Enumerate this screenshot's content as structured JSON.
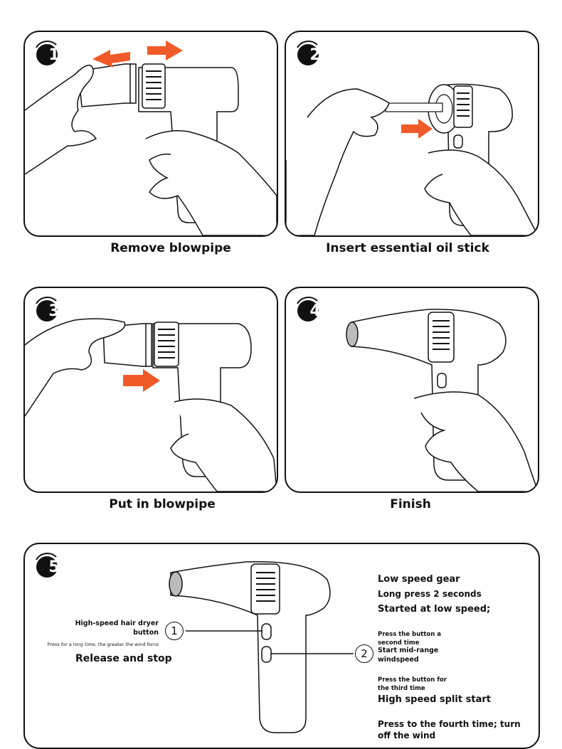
{
  "steps": [
    {
      "number": "1",
      "caption": "Remove blowpipe"
    },
    {
      "number": "2",
      "caption": "Insert essential oil stick"
    },
    {
      "number": "3",
      "caption": "Put in blowpipe"
    },
    {
      "number": "4",
      "caption": "Finish"
    },
    {
      "number": "5",
      "caption": ""
    }
  ],
  "diagram": {
    "left": {
      "title_line1": "High-speed hair dryer",
      "title_line2": "button",
      "hint": "Press for a long time, the greater the wind force",
      "release": "Release and stop"
    },
    "callouts": [
      "1",
      "2"
    ],
    "right": {
      "low_gear": "Low speed gear",
      "long_press": "Long press 2 seconds",
      "started_low": "Started at low speed;",
      "press_second_1": "Press the button a",
      "press_second_2": "second time",
      "mid_range_1": "Start mid-range",
      "mid_range_2": "windspeed",
      "press_third_1": "Press the button for",
      "press_third_2": "the third time",
      "high_split": "High speed split start",
      "fourth_1": "Press to the fourth time; turn",
      "fourth_2": "off the wind"
    }
  },
  "colors": {
    "arrow": "#f05a28",
    "ink": "#111111",
    "paper": "#ffffff"
  },
  "icons": [
    "number-badge",
    "hair-dryer",
    "hand",
    "arrow"
  ]
}
